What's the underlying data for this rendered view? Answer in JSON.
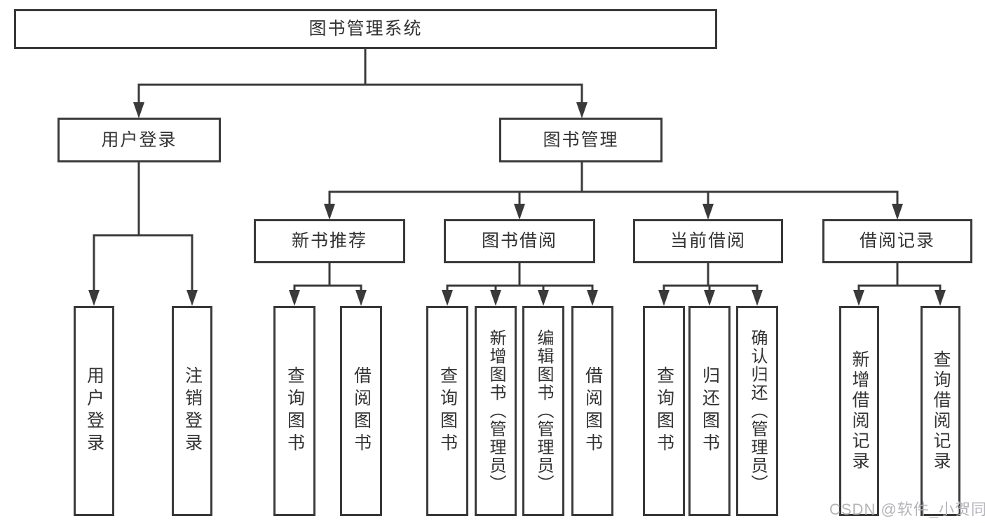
{
  "nodes": {
    "root": "图书管理系统",
    "user_login": "用户登录",
    "book_management": "图书管理",
    "new_book_recommend": "新书推荐",
    "book_borrow": "图书借阅",
    "current_borrow": "当前借阅",
    "borrow_records": "借阅记录",
    "leaf_user_login": "用户登录",
    "leaf_logout": "注销登录",
    "rec_query_book": "查询图书",
    "rec_borrow_book": "借阅图书",
    "bb_query_book": "查询图书",
    "bb_add_book": "新增图书（管理员）",
    "bb_edit_book": "编辑图书（管理员）",
    "bb_borrow_book": "借阅图书",
    "cb_query_book": "查询图书",
    "cb_return_book": "归还图书",
    "cb_confirm_return": "确认归还（管理员）",
    "br_add_record": "新增借阅记录",
    "br_query_record": "查询借阅记录"
  },
  "hierarchy": {
    "图书管理系统": {
      "用户登录": [
        "用户登录",
        "注销登录"
      ],
      "图书管理": {
        "新书推荐": [
          "查询图书",
          "借阅图书"
        ],
        "图书借阅": [
          "查询图书",
          "新增图书（管理员）",
          "编辑图书（管理员）",
          "借阅图书"
        ],
        "当前借阅": [
          "查询图书",
          "归还图书",
          "确认归还（管理员）"
        ],
        "借阅记录": [
          "新增借阅记录",
          "查询借阅记录"
        ]
      }
    }
  },
  "watermark": "CSDN @软件_小贺同学",
  "colors": {
    "line": "#3a3a3a",
    "text": "#333333",
    "box_fill": "#ffffff",
    "background": "#ffffff",
    "watermark": "#b4b4ba"
  }
}
